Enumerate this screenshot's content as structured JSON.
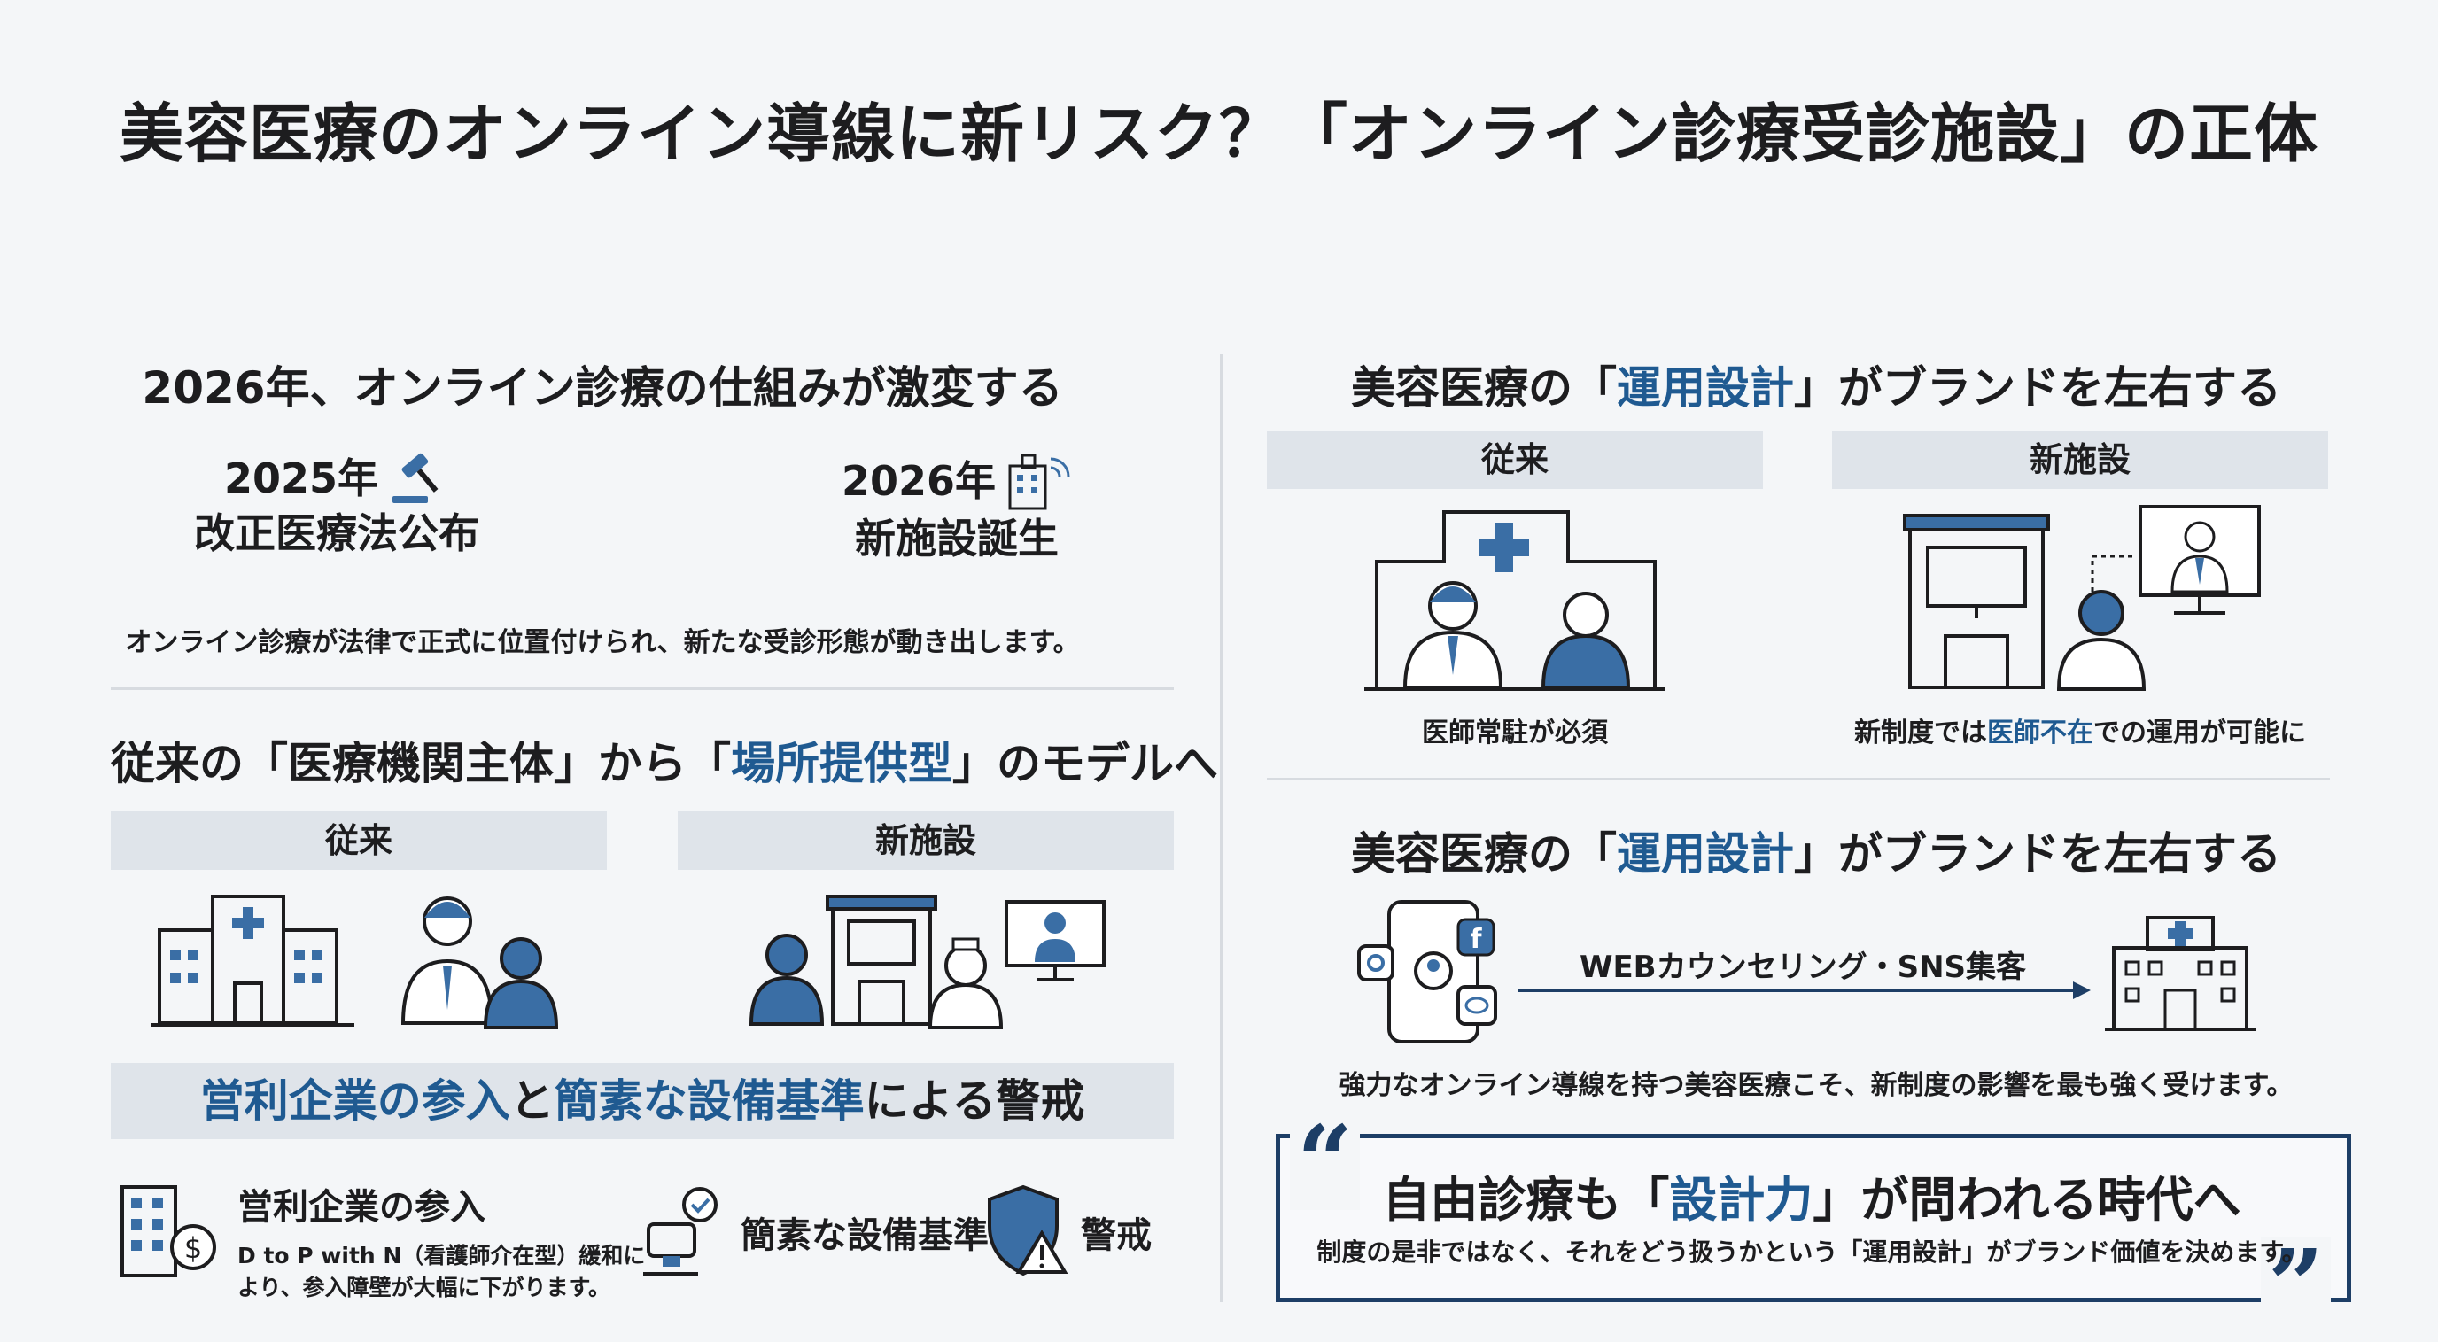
{
  "title": "美容医療のオンライン導線に新リスク？「オンライン診療受診施設」の正体",
  "left": {
    "section1": {
      "heading": "2026年、オンライン診療の仕組みが激変する",
      "milestones": [
        {
          "year": "2025年",
          "label": "改正医療法公布",
          "icon": "gavel-icon"
        },
        {
          "year": "2026年",
          "label": "新施設誕生",
          "icon": "building-signal-icon"
        }
      ],
      "caption": "オンライン診療が法律で正式に位置付けられ、新たな受診形態が動き出します。"
    },
    "section2": {
      "heading_pre": "従来の「医療機関主体」から「",
      "heading_accent": "場所提供型",
      "heading_post": "」のモデルへ",
      "old_label": "従来",
      "new_label": "新施設"
    },
    "section3": {
      "bar_accent1": "営利企業の参入",
      "bar_mid": "と",
      "bar_accent2": "簡素な設備基準",
      "bar_post": "による警戒",
      "items": [
        {
          "title": "営利企業の参入",
          "desc1": "D to P with N（看護師介在型）緩和に",
          "desc2": "より、参入障壁が大幅に下がります。"
        },
        {
          "title": "簡素な設備基準"
        },
        {
          "title": "警戒"
        }
      ]
    }
  },
  "right": {
    "section1": {
      "heading_pre": "美容医療の「",
      "heading_accent": "運用設計",
      "heading_post": "」がブランドを左右する",
      "old_label": "従来",
      "new_label": "新施設",
      "old_caption": "医師常駐が必須",
      "new_caption_pre": "新制度では",
      "new_caption_accent": "医師不在",
      "new_caption_post": "での運用が可能に"
    },
    "section2": {
      "heading_pre": "美容医療の「",
      "heading_accent": "運用設計",
      "heading_post": "」がブランドを左右する",
      "flow_label": "WEBカウンセリング・SNS集客",
      "caption": "強力なオンライン導線を持つ美容医療こそ、新制度の影響を最も強く受けます。"
    },
    "quote": {
      "open_mark": "“",
      "close_mark": "”",
      "headline_pre": "自由診療も「",
      "headline_accent": "設計力",
      "headline_post": "」が問われる時代へ",
      "sub": "制度の是非ではなく、それをどう扱うかという「運用設計」がブランド価値を決めます。"
    }
  },
  "colors": {
    "accent": "#1f5a91",
    "navy": "#1d3e66",
    "bar": "#dfe4ea",
    "fill": "#3a6ea5"
  }
}
